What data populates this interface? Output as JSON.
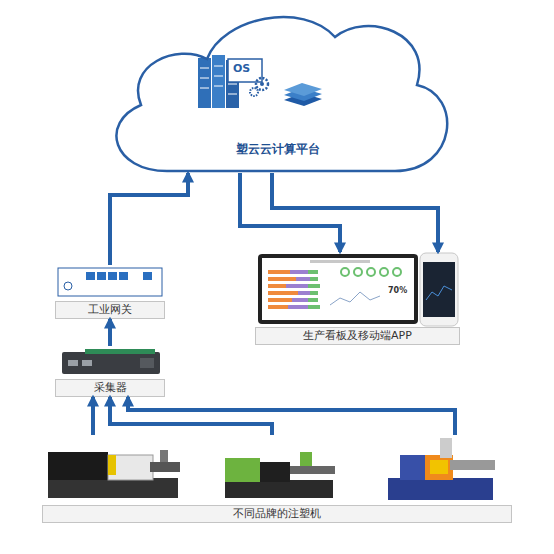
{
  "diagram": {
    "nodes": [
      {
        "text": [
          "塑云云计算平台"
        ]
      },
      {
        "text": [
          "工业网关"
        ]
      },
      {
        "text": [
          "采集器"
        ]
      },
      {
        "text": [
          "生产看板及移动端APP"
        ]
      },
      {
        "text": [
          "不同品牌的注塑机"
        ]
      }
    ],
    "edges": [
      {
        "from": 4,
        "to": 2,
        "arrow": "to"
      },
      {
        "from": 4,
        "to": 2,
        "arrow": "to"
      },
      {
        "from": 4,
        "to": 2,
        "arrow": "to"
      },
      {
        "from": 2,
        "to": 1,
        "arrow": "to"
      },
      {
        "from": 1,
        "to": 0,
        "arrow": "to"
      },
      {
        "from": 0,
        "to": 3,
        "arrow": "to"
      },
      {
        "from": 0,
        "to": 3,
        "arrow": "to"
      }
    ],
    "labels": [
      "OS",
      "70%"
    ]
  }
}
